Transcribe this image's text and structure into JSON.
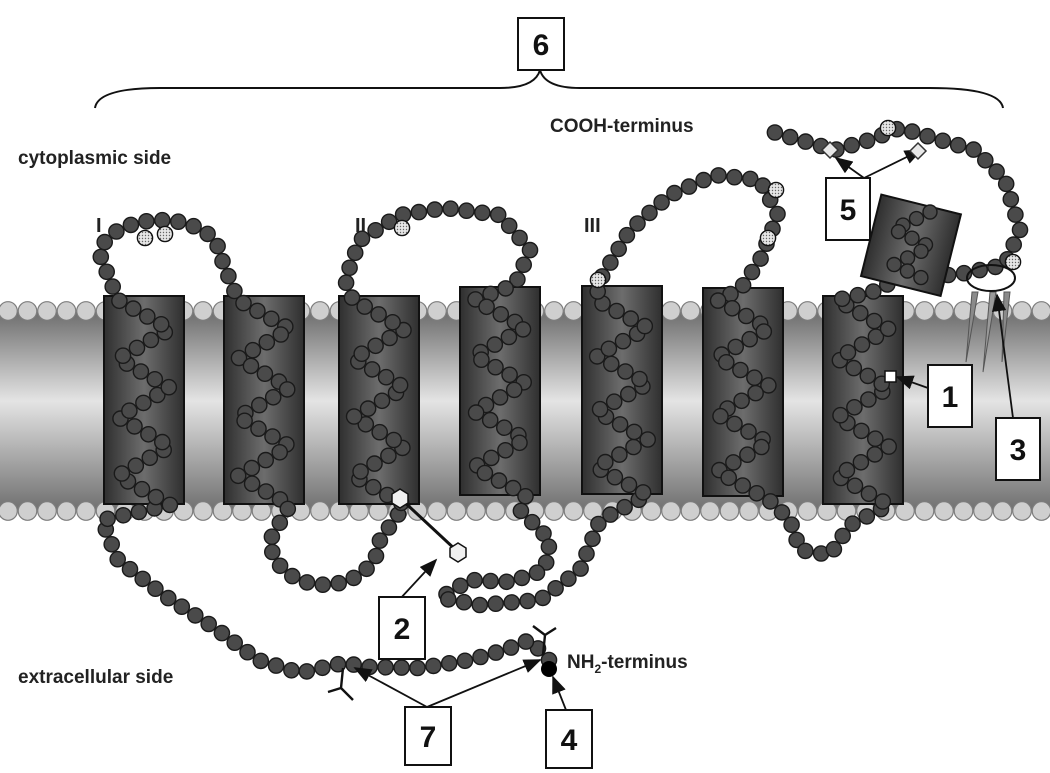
{
  "labels": {
    "cytoplasmic": "cytoplasmic side",
    "extracellular": "extracellular side",
    "cooh": "COOH-terminus",
    "nh2_main": "NH",
    "nh2_sub": "2",
    "nh2_rest": "-terminus"
  },
  "helix_groups": [
    "I",
    "II",
    "III"
  ],
  "callouts": [
    "1",
    "2",
    "3",
    "4",
    "5",
    "6",
    "7"
  ],
  "colors": {
    "bead": "#4a4a4a",
    "membrane_head": "#cfcfcf",
    "helix_cylinder": "#4d4d4d",
    "modified_bead": "#bdbdbd"
  }
}
